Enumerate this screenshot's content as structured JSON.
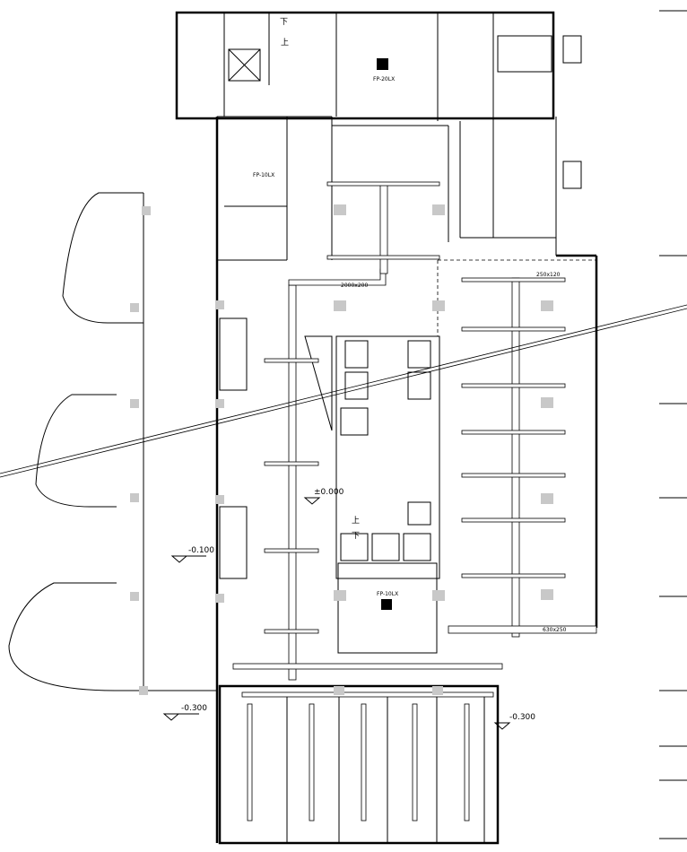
{
  "drawing": {
    "elevations": {
      "ground": "±0.000",
      "lobby": "-0.100",
      "outdoor_left": "-0.300",
      "outdoor_right": "-0.300"
    },
    "stair_labels": {
      "up": "上",
      "down": "下"
    },
    "equipment": {
      "fp_top": "FP-20LX",
      "fp_left": "FP-10LX",
      "fp_center": "FP-10LX"
    },
    "duct_sizes": {
      "main": "2000x200",
      "branch": "250x120",
      "trunk": "630x250"
    }
  }
}
